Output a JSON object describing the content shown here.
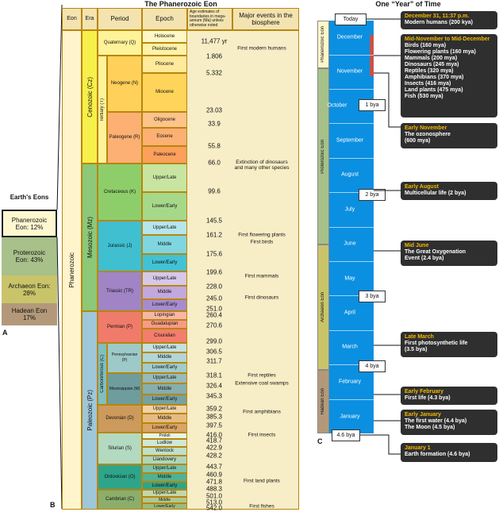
{
  "panelA": {
    "letter": "A",
    "title": "Earth's Eons",
    "eons": [
      {
        "name": "Phanerozoic Eon: 12%",
        "color": "#fff7d0"
      },
      {
        "name": "Proterozoic Eon: 43%",
        "color": "#a8c08a"
      },
      {
        "name": "Archaeon Eon: 28%",
        "color": "#c9c46a"
      },
      {
        "name": "Hadean Eon 17%",
        "color": "#b3997a"
      }
    ]
  },
  "panelB": {
    "letter": "B",
    "title": "The Phanerozoic Eon",
    "headers": {
      "eon": "Eon",
      "era": "Era",
      "period": "Period",
      "epoch": "Epoch",
      "age": "Age estimates of boundaries in mega-annum (Ma) unless otherwise noted",
      "events": "Major events in the biosphere"
    },
    "eon_label": "Phanerozoic",
    "eras": [
      "Cenozoic (Cz)",
      "Mesozoic (Mz)",
      "Paleozoic (Pz)"
    ],
    "tertiary": "Tertiary (T)",
    "carboniferous": "Carboniferous (C)",
    "periods": [
      "Quaternary (Q)",
      "Neogene (N)",
      "Paleogene (R)",
      "Cretaceous (K)",
      "Jurassic (J)",
      "Triassic (TR)",
      "Permian (P)",
      "Pennsylvanian (P)",
      "Mississippian (M)",
      "Devonian (D)",
      "Silurian (S)",
      "Ordovician (O)",
      "Cambrian (C)"
    ],
    "epochs": [
      "Holocene",
      "Pleistocene",
      "Pliocene",
      "Miocene",
      "Oligocene",
      "Eocene",
      "Paleocene",
      "Upper/Late",
      "Lower/Early",
      "Upper/Late",
      "Middle",
      "Lower/Early",
      "Upper/Late",
      "Middle",
      "Lower/Early",
      "Lopingian",
      "Guadalupian",
      "Cisuralian",
      "Upper/Late",
      "Middle",
      "Lower/Early",
      "Upper/Late",
      "Middle",
      "Lower/Early",
      "Upper/Late",
      "Middle",
      "Lower/Early",
      "Pridoli",
      "Ludlow",
      "Wenlock",
      "Llandovery",
      "Upper/Late",
      "Middle",
      "Lower/Early",
      "Upper/Late",
      "Middle",
      "Lower/Early"
    ],
    "ages": [
      "11,477 yr",
      "1.806",
      "5.332",
      "23.03",
      "33.9",
      "55.8",
      "66.0",
      "99.6",
      "145.5",
      "161.2",
      "175.6",
      "199.6",
      "228.0",
      "245.0",
      "251.0",
      "260.4",
      "270.6",
      "299.0",
      "306.5",
      "311.7",
      "318.1",
      "326.4",
      "345.3",
      "359.2",
      "385.3",
      "397.5",
      "416.0",
      "418.7",
      "422.9",
      "428.2",
      "443.7",
      "460.9",
      "471.8",
      "488.3",
      "501.0",
      "513.0",
      "542.0"
    ],
    "events": [
      "First modern humans",
      "Extinction of dinosaurs and many other species",
      "First flowering plants",
      "First birds",
      "First mammals",
      "First dinosaurs",
      "First reptiles",
      "Extensive coal swamps",
      "First amphibians",
      "First insects",
      "First land plants",
      "First fishes"
    ]
  },
  "panelC": {
    "letter": "C",
    "title": "One “Year” of Time",
    "today": "Today",
    "eons": [
      "Phanerozoic Eon",
      "Proterozoic Eon",
      "Archaeon Eon",
      "Hadean Eon"
    ],
    "months": [
      "December",
      "November",
      "October",
      "September",
      "August",
      "July",
      "June",
      "May",
      "April",
      "March",
      "February",
      "January"
    ],
    "bya_markers": [
      "1 bya",
      "2 bya",
      "3 bya",
      "4 bya",
      "4.6 bya"
    ],
    "callouts": [
      {
        "date": "December 31, 11:37 p.m.",
        "lines": [
          "Modern humans (200 kya)"
        ]
      },
      {
        "date": "Mid-November to Mid-December",
        "lines": [
          "Birds (160 mya)",
          "Flowering plants (160 mya)",
          "Mammals (200 mya)",
          "Dinosaurs (245 mya)",
          "Reptiles (320 mya)",
          "Amphibians (370 mya)",
          "Insects (416 mya)",
          "Land plants (475 mya)",
          "Fish (530 mya)"
        ]
      },
      {
        "date": "Early November",
        "lines": [
          "The ozonosphere",
          "(600 mya)"
        ]
      },
      {
        "date": "Early August",
        "lines": [
          "Multicellular life (2 bya)"
        ]
      },
      {
        "date": "Mid June",
        "lines": [
          "The Great Oxygenation",
          "Event (2.4 bya)"
        ]
      },
      {
        "date": "Late March",
        "lines": [
          "First photosynthetic life",
          "(3.5 bya)"
        ]
      },
      {
        "date": "Early February",
        "lines": [
          "First life (4.3 bya)"
        ]
      },
      {
        "date": "Early January",
        "lines": [
          "The first water (4.4 bya)",
          "The Moon (4.5 bya)"
        ]
      },
      {
        "date": "January 1",
        "lines": [
          "Earth formation (4.6 bya)"
        ]
      }
    ]
  }
}
